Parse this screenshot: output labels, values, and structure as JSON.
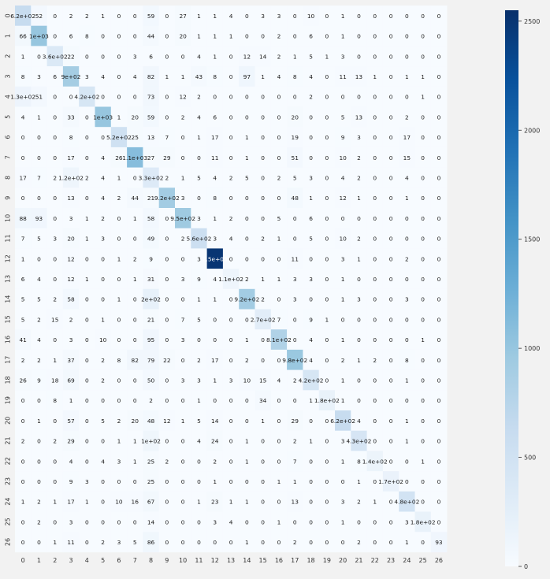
{
  "chart_data": {
    "type": "heatmap",
    "title": "",
    "xlabel": "",
    "ylabel": "",
    "x_labels": [
      "0",
      "1",
      "2",
      "3",
      "4",
      "5",
      "6",
      "7",
      "8",
      "9",
      "10",
      "11",
      "12",
      "13",
      "14",
      "15",
      "16",
      "17",
      "18",
      "19",
      "20",
      "21",
      "22",
      "23",
      "24",
      "25",
      "26"
    ],
    "y_labels": [
      "0",
      "1",
      "2",
      "3",
      "4",
      "5",
      "6",
      "7",
      "8",
      "9",
      "10",
      "11",
      "12",
      "13",
      "14",
      "15",
      "16",
      "17",
      "18",
      "19",
      "20",
      "21",
      "22",
      "23",
      "24",
      "25",
      "26"
    ],
    "colorscale": "Blues",
    "vmin": 0,
    "vmax": 2550,
    "colorbar_ticks": [
      0,
      500,
      1000,
      1500,
      2000,
      2500
    ],
    "cell_labels": [
      [
        "6.2e+02",
        "52",
        "0",
        "2",
        "2",
        "1",
        "0",
        "0",
        "59",
        "0",
        "27",
        "1",
        "1",
        "4",
        "0",
        "3",
        "3",
        "0",
        "10",
        "0",
        "1",
        "0",
        "0",
        "0",
        "0",
        "0",
        "0"
      ],
      [
        "66",
        "1e+03",
        "0",
        "6",
        "8",
        "0",
        "0",
        "0",
        "44",
        "0",
        "20",
        "1",
        "1",
        "1",
        "0",
        "0",
        "2",
        "0",
        "6",
        "0",
        "1",
        "0",
        "0",
        "0",
        "0",
        "0",
        "0"
      ],
      [
        "1",
        "0",
        "3.6e+02",
        "22",
        "0",
        "0",
        "0",
        "3",
        "6",
        "0",
        "0",
        "4",
        "1",
        "0",
        "12",
        "14",
        "2",
        "1",
        "5",
        "1",
        "3",
        "0",
        "0",
        "0",
        "0",
        "0",
        "0"
      ],
      [
        "8",
        "3",
        "6",
        "9e+02",
        "3",
        "4",
        "0",
        "4",
        "82",
        "1",
        "1",
        "43",
        "8",
        "0",
        "97",
        "1",
        "4",
        "8",
        "4",
        "0",
        "11",
        "13",
        "1",
        "0",
        "1",
        "1",
        "0"
      ],
      [
        "1.3e+02",
        "51",
        "0",
        "0",
        "4.2e+02",
        "0",
        "0",
        "0",
        "73",
        "0",
        "12",
        "2",
        "0",
        "0",
        "0",
        "0",
        "0",
        "0",
        "2",
        "0",
        "0",
        "0",
        "0",
        "0",
        "0",
        "1",
        "0"
      ],
      [
        "4",
        "1",
        "0",
        "33",
        "0",
        "1e+03",
        "1",
        "20",
        "59",
        "0",
        "2",
        "4",
        "6",
        "0",
        "0",
        "0",
        "0",
        "20",
        "0",
        "0",
        "5",
        "13",
        "0",
        "0",
        "2",
        "0",
        "0"
      ],
      [
        "0",
        "0",
        "0",
        "8",
        "0",
        "0",
        "5.2e+02",
        "25",
        "13",
        "7",
        "0",
        "1",
        "17",
        "0",
        "1",
        "0",
        "0",
        "19",
        "0",
        "0",
        "9",
        "3",
        "0",
        "0",
        "17",
        "0",
        "0"
      ],
      [
        "0",
        "0",
        "0",
        "17",
        "0",
        "4",
        "26",
        "1.1e+03",
        "27",
        "29",
        "0",
        "0",
        "11",
        "0",
        "1",
        "0",
        "0",
        "51",
        "0",
        "0",
        "10",
        "2",
        "0",
        "0",
        "15",
        "0",
        "0"
      ],
      [
        "17",
        "7",
        "2",
        "1.2e+02",
        "2",
        "4",
        "1",
        "0",
        "3.3e+02",
        "2",
        "1",
        "5",
        "4",
        "2",
        "5",
        "0",
        "2",
        "5",
        "3",
        "0",
        "4",
        "2",
        "0",
        "0",
        "4",
        "0",
        "0"
      ],
      [
        "0",
        "0",
        "0",
        "13",
        "0",
        "4",
        "2",
        "44",
        "21",
        "9.2e+02",
        "3",
        "0",
        "8",
        "0",
        "0",
        "0",
        "0",
        "48",
        "1",
        "0",
        "12",
        "1",
        "0",
        "0",
        "1",
        "0",
        "0"
      ],
      [
        "88",
        "93",
        "0",
        "3",
        "1",
        "2",
        "0",
        "1",
        "58",
        "0",
        "9.5e+02",
        "3",
        "1",
        "2",
        "0",
        "0",
        "5",
        "0",
        "6",
        "0",
        "0",
        "0",
        "0",
        "0",
        "0",
        "0",
        "0"
      ],
      [
        "7",
        "5",
        "3",
        "20",
        "1",
        "3",
        "0",
        "0",
        "49",
        "0",
        "2",
        "5.6e+02",
        "3",
        "4",
        "0",
        "2",
        "1",
        "0",
        "5",
        "0",
        "10",
        "2",
        "0",
        "0",
        "0",
        "0",
        "0"
      ],
      [
        "1",
        "0",
        "0",
        "12",
        "0",
        "0",
        "1",
        "2",
        "9",
        "0",
        "0",
        "3",
        "2.5e+03",
        "0",
        "0",
        "0",
        "0",
        "11",
        "0",
        "0",
        "3",
        "1",
        "0",
        "0",
        "2",
        "0",
        "0"
      ],
      [
        "6",
        "4",
        "0",
        "12",
        "1",
        "0",
        "0",
        "1",
        "31",
        "0",
        "3",
        "9",
        "4",
        "1.1e+02",
        "2",
        "1",
        "1",
        "3",
        "3",
        "0",
        "1",
        "0",
        "0",
        "0",
        "0",
        "0",
        "0"
      ],
      [
        "5",
        "5",
        "2",
        "58",
        "0",
        "0",
        "1",
        "0",
        "2e+02",
        "0",
        "0",
        "1",
        "1",
        "0",
        "9.2e+02",
        "2",
        "0",
        "3",
        "0",
        "0",
        "1",
        "3",
        "0",
        "0",
        "3",
        "0",
        "0"
      ],
      [
        "5",
        "2",
        "15",
        "2",
        "0",
        "1",
        "0",
        "0",
        "21",
        "0",
        "7",
        "5",
        "0",
        "0",
        "0",
        "2.7e+02",
        "7",
        "0",
        "9",
        "1",
        "0",
        "0",
        "0",
        "0",
        "0",
        "0",
        "0"
      ],
      [
        "41",
        "4",
        "0",
        "3",
        "0",
        "10",
        "0",
        "0",
        "95",
        "0",
        "3",
        "0",
        "0",
        "0",
        "1",
        "0",
        "8.1e+02",
        "0",
        "4",
        "0",
        "1",
        "0",
        "0",
        "0",
        "0",
        "1",
        "0"
      ],
      [
        "2",
        "2",
        "1",
        "37",
        "0",
        "2",
        "8",
        "82",
        "79",
        "22",
        "0",
        "2",
        "17",
        "0",
        "2",
        "0",
        "0",
        "9.8e+02",
        "4",
        "0",
        "2",
        "1",
        "2",
        "0",
        "8",
        "0",
        "0"
      ],
      [
        "26",
        "9",
        "18",
        "69",
        "0",
        "2",
        "0",
        "0",
        "50",
        "0",
        "3",
        "3",
        "1",
        "3",
        "10",
        "15",
        "4",
        "2",
        "4.2e+02",
        "0",
        "1",
        "0",
        "0",
        "0",
        "1",
        "0",
        "0"
      ],
      [
        "0",
        "0",
        "8",
        "1",
        "0",
        "0",
        "0",
        "0",
        "2",
        "0",
        "0",
        "1",
        "0",
        "0",
        "0",
        "34",
        "0",
        "0",
        "1",
        "1.8e+02",
        "1",
        "0",
        "0",
        "0",
        "0",
        "0",
        "0"
      ],
      [
        "0",
        "1",
        "0",
        "57",
        "0",
        "5",
        "2",
        "20",
        "48",
        "12",
        "1",
        "5",
        "14",
        "0",
        "0",
        "1",
        "0",
        "29",
        "0",
        "0",
        "6.2e+02",
        "4",
        "0",
        "0",
        "1",
        "0",
        "0"
      ],
      [
        "2",
        "0",
        "2",
        "29",
        "0",
        "0",
        "1",
        "1",
        "1e+02",
        "0",
        "0",
        "4",
        "24",
        "0",
        "1",
        "0",
        "0",
        "2",
        "1",
        "0",
        "3",
        "4.3e+02",
        "0",
        "0",
        "1",
        "0",
        "0"
      ],
      [
        "0",
        "0",
        "0",
        "4",
        "0",
        "4",
        "3",
        "1",
        "25",
        "2",
        "0",
        "0",
        "2",
        "0",
        "1",
        "0",
        "0",
        "7",
        "0",
        "0",
        "1",
        "8",
        "1.4e+02",
        "0",
        "0",
        "1",
        "0"
      ],
      [
        "0",
        "0",
        "0",
        "9",
        "3",
        "0",
        "0",
        "0",
        "25",
        "0",
        "0",
        "0",
        "1",
        "0",
        "0",
        "0",
        "1",
        "1",
        "0",
        "0",
        "0",
        "1",
        "0",
        "1.7e+02",
        "0",
        "0",
        "0"
      ],
      [
        "1",
        "2",
        "1",
        "17",
        "1",
        "0",
        "10",
        "16",
        "67",
        "0",
        "0",
        "1",
        "23",
        "1",
        "1",
        "0",
        "0",
        "13",
        "0",
        "0",
        "3",
        "2",
        "1",
        "0",
        "4.8e+02",
        "0",
        "0"
      ],
      [
        "0",
        "2",
        "0",
        "3",
        "0",
        "0",
        "0",
        "0",
        "14",
        "0",
        "0",
        "0",
        "3",
        "4",
        "0",
        "0",
        "1",
        "0",
        "0",
        "0",
        "1",
        "0",
        "0",
        "0",
        "3",
        "1.8e+02",
        "0"
      ],
      [
        "0",
        "0",
        "1",
        "11",
        "0",
        "2",
        "3",
        "5",
        "86",
        "0",
        "0",
        "0",
        "0",
        "0",
        "1",
        "0",
        "0",
        "2",
        "0",
        "0",
        "0",
        "2",
        "0",
        "0",
        "1",
        "0",
        "93"
      ]
    ]
  }
}
